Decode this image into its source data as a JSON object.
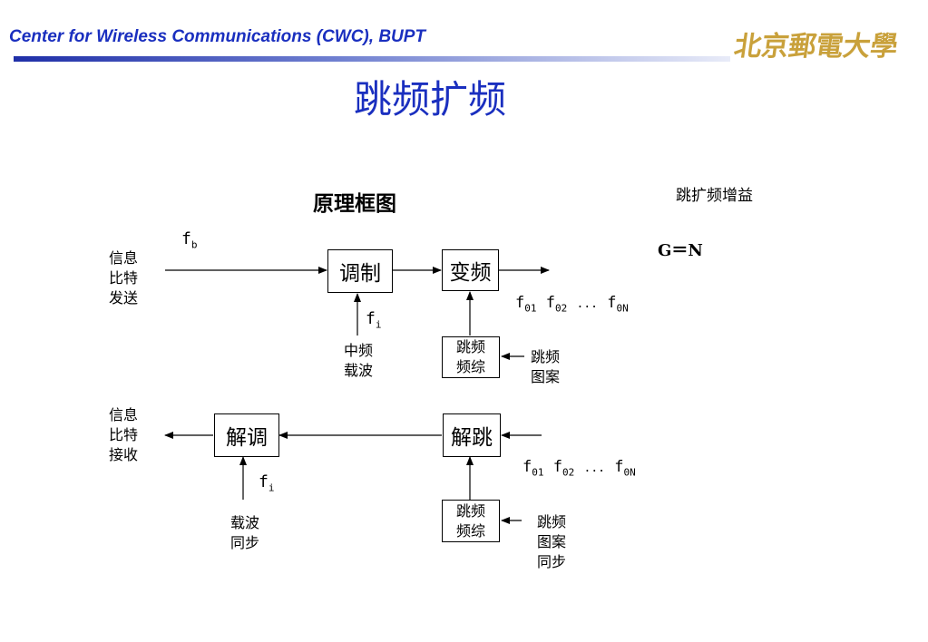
{
  "header": {
    "org": "Center for Wireless Communications (CWC), BUPT",
    "logo_text": "北京郵電大學"
  },
  "slide": {
    "title": "跳频扩频",
    "subtitle": "原理框图",
    "gain_label": "跳扩频增益",
    "gain_formula": "G＝N"
  },
  "diagram": {
    "tx_source": [
      "信息",
      "比特",
      "发送"
    ],
    "rx_sink": [
      "信息",
      "比特",
      "接收"
    ],
    "fb": {
      "base": "f",
      "sub": "b"
    },
    "fi": {
      "base": "f",
      "sub": "i"
    },
    "freq_list": {
      "f1": "f",
      "s1": "01",
      "f2": "f",
      "s2": "02",
      "dots": "...",
      "f3": "f",
      "s3": "0N"
    },
    "modulate": "调制",
    "upconvert": "变频",
    "demodulate": "解调",
    "dehop": "解跳",
    "synth": [
      "跳频",
      "频综"
    ],
    "if_carrier": [
      "中频",
      "载波"
    ],
    "carrier_sync": [
      "载波",
      "同步"
    ],
    "hop_pattern": [
      "跳频",
      "图案"
    ],
    "hop_pattern_sync": [
      "跳频",
      "图案",
      "同步"
    ]
  }
}
